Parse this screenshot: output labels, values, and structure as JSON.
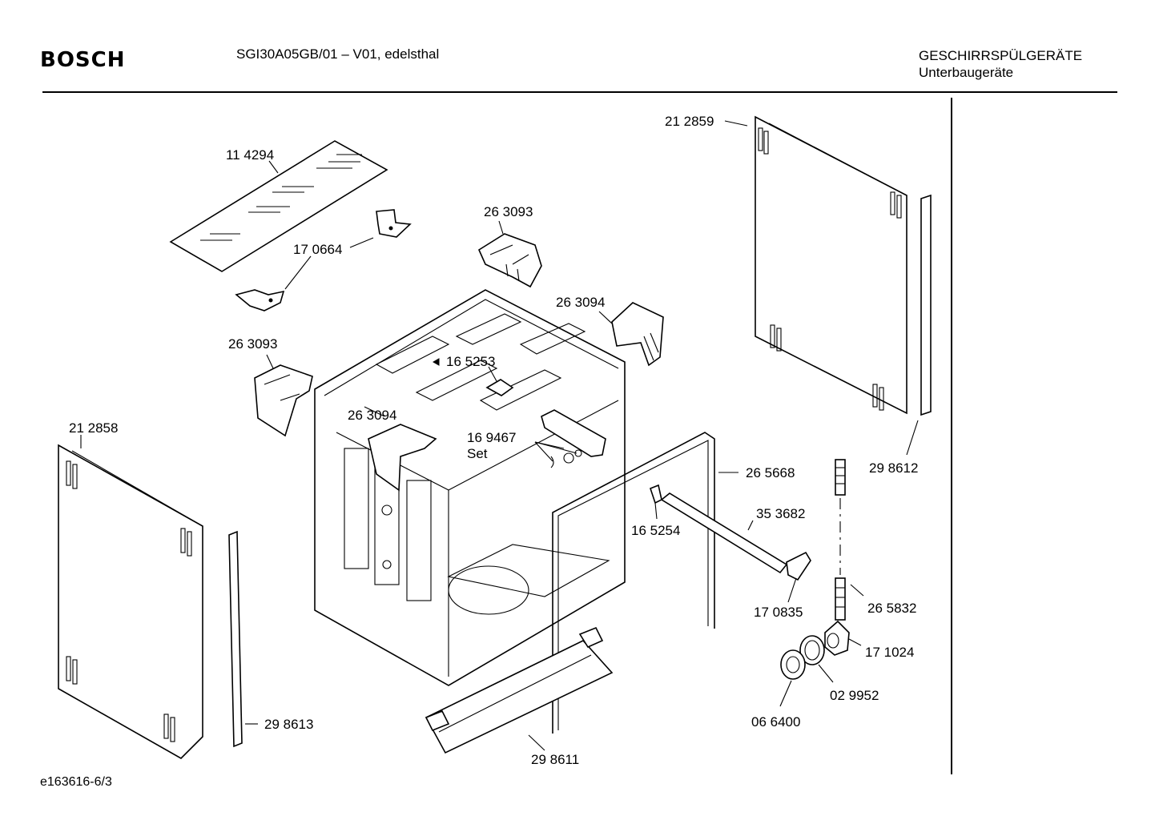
{
  "header": {
    "brand": "BOSCH",
    "model": "SGI30A05GB/01 – V01, edelsthal",
    "category": "GESCHIRRSPÜLGERÄTE",
    "subcategory": "Unterbaugeräte"
  },
  "footer": {
    "code": "e163616-6/3"
  },
  "parts": {
    "p114294": "11 4294",
    "p170664": "17 0664",
    "p263093a": "26 3093",
    "p263093b": "26 3093",
    "p263094a": "26 3094",
    "p263094b": "26 3094",
    "p165253": "16 5253",
    "p169467": "16 9467",
    "set": "Set",
    "p212858": "21 2858",
    "p212859": "21 2859",
    "p298612": "29 8612",
    "p298613": "29 8613",
    "p298611": "29 8611",
    "p265668": "26 5668",
    "p353682": "35 3682",
    "p165254": "16 5254",
    "p170835": "17 0835",
    "p265832": "26 5832",
    "p171024": "17 1024",
    "p029952": "02 9952",
    "p066400": "06 6400"
  }
}
